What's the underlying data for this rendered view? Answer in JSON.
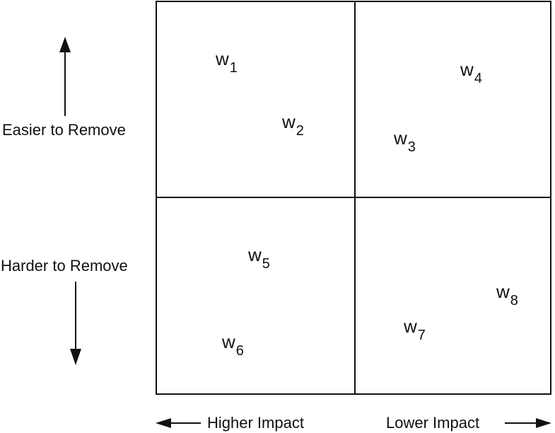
{
  "vertical_axis": {
    "top_label": "Easier to Remove",
    "bottom_label": "Harder to Remove",
    "up_arrow_icon": "arrow-up-icon",
    "down_arrow_icon": "arrow-down-icon"
  },
  "horizontal_axis": {
    "left_label": "Higher Impact",
    "right_label": "Lower Impact",
    "left_arrow_icon": "arrow-left-icon",
    "right_arrow_icon": "arrow-right-icon"
  },
  "quadrants": {
    "top_left": [
      {
        "letter": "w",
        "index": "1"
      },
      {
        "letter": "w",
        "index": "2"
      }
    ],
    "top_right": [
      {
        "letter": "w",
        "index": "4"
      },
      {
        "letter": "w",
        "index": "3"
      }
    ],
    "bottom_left": [
      {
        "letter": "w",
        "index": "5"
      },
      {
        "letter": "w",
        "index": "6"
      }
    ],
    "bottom_right": [
      {
        "letter": "w",
        "index": "8"
      },
      {
        "letter": "w",
        "index": "7"
      }
    ]
  }
}
